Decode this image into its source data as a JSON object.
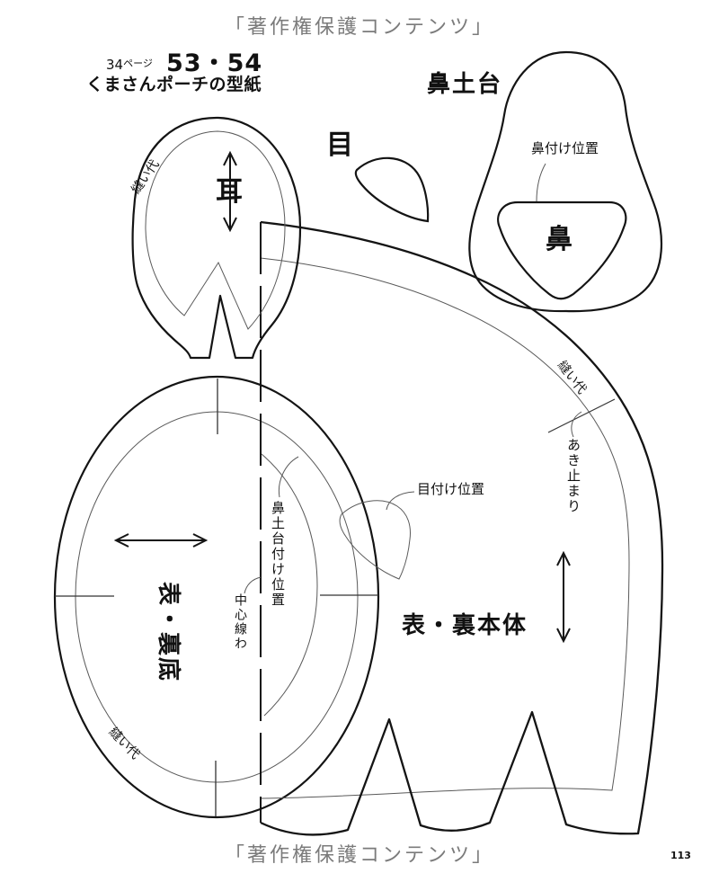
{
  "page": {
    "copyright_top": "「著作権保護コンテンツ」",
    "copyright_bottom": "「著作権保護コンテンツ」",
    "page_number": "113"
  },
  "title": {
    "page_ref_num": "34",
    "page_ref_suffix": "ページ",
    "pattern_numbers": "53・54",
    "pattern_name": "くまさんポーチの型紙"
  },
  "pieces": {
    "ear": {
      "label": "耳"
    },
    "eye": {
      "label": "目"
    },
    "nose_base": {
      "label": "鼻土台"
    },
    "nose": {
      "label": "鼻"
    },
    "body": {
      "label": "表・裏本体"
    },
    "bottom": {
      "label": "表・裏底"
    }
  },
  "annotations": {
    "seam_allowance_ear": "縫い代",
    "seam_allowance_body": "縫い代",
    "seam_allowance_bottom": "縫い代",
    "nose_position": "鼻付け位置",
    "eye_position": "目付け位置",
    "nose_base_position": "鼻土台付け位置",
    "center_line": "中心線わ",
    "opening_end": "あき止まり"
  },
  "colors": {
    "line_bold": "#141414",
    "line_thin": "#5a5a5a",
    "copyright_gray": "#7b7b7b"
  }
}
